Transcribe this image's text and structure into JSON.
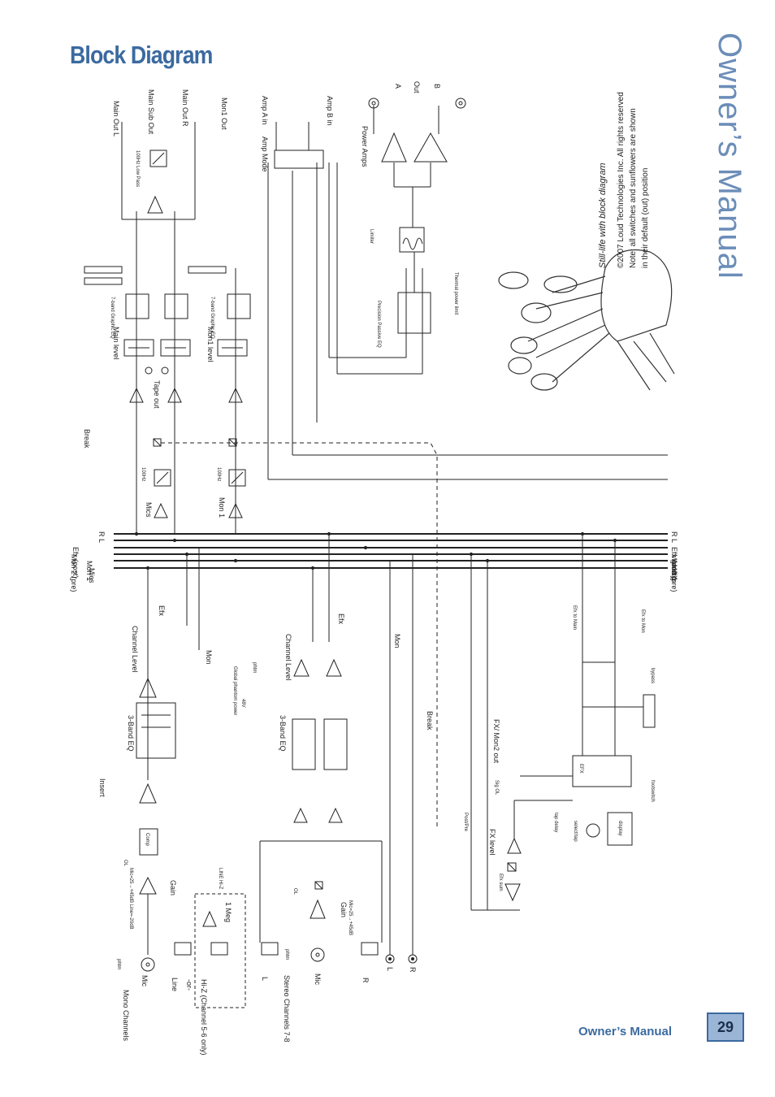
{
  "header": {
    "title": "Block Diagram",
    "side_title": "Owner’s Manual"
  },
  "footer": {
    "label": "Owner’s Manual",
    "page_number": "29"
  },
  "labels": {
    "main_out_l": "Main Out L",
    "main_sub_out": "Main Sub Out",
    "main_out_r": "Main Out R",
    "mon1_out": "Mon1 Out",
    "amp_a_in": "Amp A in",
    "amp_b_in": "Amp B in",
    "amp_mode": "Amp Mode",
    "lowpass": "100Hz Low Pass",
    "power_amps": "Power Amps",
    "out": "Out",
    "a": "A",
    "b": "B",
    "limiter": "Limiter",
    "thermal": "Thermal power limit",
    "precision_eq": "Precision Passive EQ",
    "main_level": "Main level",
    "mon1_level": "Mon1 level",
    "graphic_eq": "7-band Graphic EQ",
    "tape_out": "Tape out",
    "break": "Break",
    "mics": "Mics",
    "hz100": "100Hz",
    "mon_1": "Mon 1",
    "bus_r": "R",
    "bus_l": "L",
    "bus_efx": "Efx (post)",
    "bus_mon2": "Mon 2 (pre)",
    "bus_mon1": "Mon 1",
    "bus_mics": "Mics",
    "channel_level": "Channel Level",
    "efx": "Efx",
    "mon": "Mon",
    "band_eq": "3-Band EQ",
    "insert": "Insert",
    "comp": "Comp",
    "gain": "Gain",
    "mono_channels": "Mono Channels",
    "mic": "Mic",
    "line": "Line",
    "or": "-or-",
    "hiz": "Hi-Z (Channel 5-6 only)",
    "one_meg": "1 Meg",
    "global_phantom": "Global phantom power",
    "stereo_channels": "Stereo Channels 7-8",
    "l": "L",
    "r": "R",
    "fx_mon2_out": "FX/ Mon2 out",
    "fx_level": "FX level",
    "efx_sum": "Efx sum",
    "post_pre": "Post/Pre",
    "efx_box": "EFX",
    "efx_to_main": "Efx to Main",
    "efx_to_mon": "Efx to Mon",
    "bypass": "bypass",
    "footswitch": "footswitch",
    "display": "display",
    "select_tap": "select/tap",
    "tap_delay": "tap delay",
    "sig_ol": "Sig OL",
    "ol": "OL",
    "phtm": "phtm",
    "mic_gain_range": "Mic=25→+45dB Line=-20dB",
    "mic_gain_stereo": "Mic=25→+45dB",
    "line_hiz": "LINE Hi-Z",
    "v48": "48V"
  },
  "caption": {
    "title": "Still-life with block diagram",
    "copyright": "©2007 Loud Technologies Inc. All rights reserved",
    "note1": "Note: all switches and sunflowers are shown",
    "note2": "in their default (out) position"
  }
}
